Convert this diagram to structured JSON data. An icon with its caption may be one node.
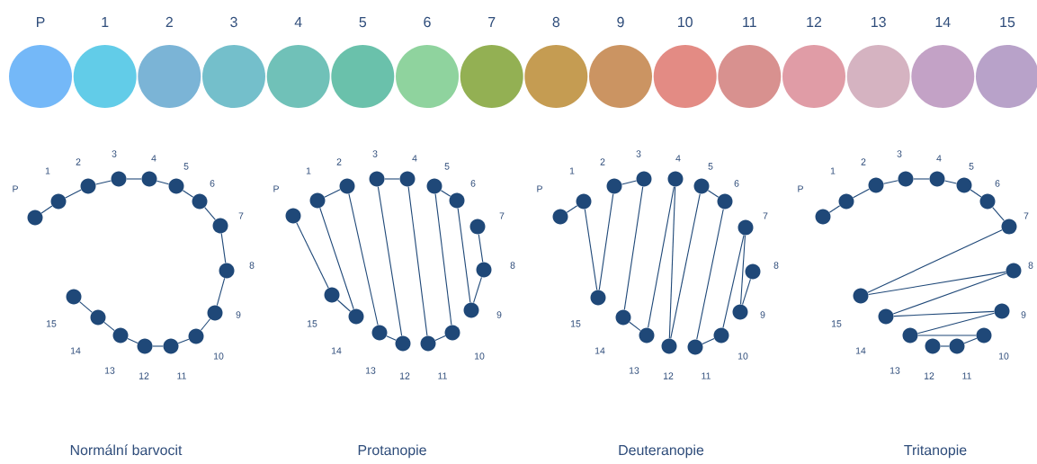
{
  "diagram": {
    "nodes": [
      {
        "text": [
          "P"
        ]
      },
      {
        "text": [
          "1"
        ]
      },
      {
        "text": [
          "2"
        ]
      },
      {
        "text": [
          "3"
        ]
      },
      {
        "text": [
          "4"
        ]
      },
      {
        "text": [
          "5"
        ]
      },
      {
        "text": [
          "6"
        ]
      },
      {
        "text": [
          "7"
        ]
      },
      {
        "text": [
          "8"
        ]
      },
      {
        "text": [
          "9"
        ]
      },
      {
        "text": [
          "10"
        ]
      },
      {
        "text": [
          "11"
        ]
      },
      {
        "text": [
          "12"
        ]
      },
      {
        "text": [
          "13"
        ]
      },
      {
        "text": [
          "14"
        ]
      },
      {
        "text": [
          "15"
        ]
      },
      {
        "text": [
          "P"
        ]
      },
      {
        "text": [
          "1"
        ]
      },
      {
        "text": [
          "2"
        ]
      },
      {
        "text": [
          "3"
        ]
      },
      {
        "text": [
          "4"
        ]
      },
      {
        "text": [
          "5"
        ]
      },
      {
        "text": [
          "6"
        ]
      },
      {
        "text": [
          "7"
        ]
      },
      {
        "text": [
          "8"
        ]
      },
      {
        "text": [
          "9"
        ]
      },
      {
        "text": [
          "10"
        ]
      },
      {
        "text": [
          "11"
        ]
      },
      {
        "text": [
          "12"
        ]
      },
      {
        "text": [
          "13"
        ]
      },
      {
        "text": [
          "14"
        ]
      },
      {
        "text": [
          "15"
        ]
      },
      {
        "text": [
          "P"
        ]
      },
      {
        "text": [
          "1"
        ]
      },
      {
        "text": [
          "2"
        ]
      },
      {
        "text": [
          "3"
        ]
      },
      {
        "text": [
          "4"
        ]
      },
      {
        "text": [
          "5"
        ]
      },
      {
        "text": [
          "6"
        ]
      },
      {
        "text": [
          "7"
        ]
      },
      {
        "text": [
          "8"
        ]
      },
      {
        "text": [
          "9"
        ]
      },
      {
        "text": [
          "10"
        ]
      },
      {
        "text": [
          "11"
        ]
      },
      {
        "text": [
          "12"
        ]
      },
      {
        "text": [
          "13"
        ]
      },
      {
        "text": [
          "14"
        ]
      },
      {
        "text": [
          "15"
        ]
      },
      {
        "text": [
          "P"
        ]
      },
      {
        "text": [
          "1"
        ]
      },
      {
        "text": [
          "2"
        ]
      },
      {
        "text": [
          "3"
        ]
      },
      {
        "text": [
          "4"
        ]
      },
      {
        "text": [
          "5"
        ]
      },
      {
        "text": [
          "6"
        ]
      },
      {
        "text": [
          "7"
        ]
      },
      {
        "text": [
          "8"
        ]
      },
      {
        "text": [
          "9"
        ]
      },
      {
        "text": [
          "10"
        ]
      },
      {
        "text": [
          "11"
        ]
      },
      {
        "text": [
          "12"
        ]
      },
      {
        "text": [
          "13"
        ]
      },
      {
        "text": [
          "14"
        ]
      },
      {
        "text": [
          "15"
        ]
      },
      {
        "text": [
          "P"
        ]
      },
      {
        "text": [
          "1"
        ]
      },
      {
        "text": [
          "2"
        ]
      },
      {
        "text": [
          "3"
        ]
      },
      {
        "text": [
          "4"
        ]
      },
      {
        "text": [
          "5"
        ]
      },
      {
        "text": [
          "6"
        ]
      },
      {
        "text": [
          "7"
        ]
      },
      {
        "text": [
          "8"
        ]
      },
      {
        "text": [
          "9"
        ]
      },
      {
        "text": [
          "10"
        ]
      },
      {
        "text": [
          "11"
        ]
      },
      {
        "text": [
          "12"
        ]
      },
      {
        "text": [
          "13"
        ]
      },
      {
        "text": [
          "14"
        ]
      },
      {
        "text": [
          "15"
        ]
      }
    ],
    "edges": [
      {
        "from": 16,
        "to": 17,
        "arrow": "none"
      },
      {
        "from": 17,
        "to": 18,
        "arrow": "none"
      },
      {
        "from": 18,
        "to": 19,
        "arrow": "none"
      },
      {
        "from": 19,
        "to": 20,
        "arrow": "none"
      },
      {
        "from": 20,
        "to": 21,
        "arrow": "none"
      },
      {
        "from": 21,
        "to": 22,
        "arrow": "none"
      },
      {
        "from": 22,
        "to": 23,
        "arrow": "none"
      },
      {
        "from": 23,
        "to": 24,
        "arrow": "none"
      },
      {
        "from": 24,
        "to": 25,
        "arrow": "none"
      },
      {
        "from": 25,
        "to": 26,
        "arrow": "none"
      },
      {
        "from": 26,
        "to": 27,
        "arrow": "none"
      },
      {
        "from": 27,
        "to": 28,
        "arrow": "none"
      },
      {
        "from": 28,
        "to": 29,
        "arrow": "none"
      },
      {
        "from": 29,
        "to": 30,
        "arrow": "none"
      },
      {
        "from": 30,
        "to": 31,
        "arrow": "none"
      },
      {
        "from": 32,
        "to": 47,
        "arrow": "none"
      },
      {
        "from": 47,
        "to": 46,
        "arrow": "none"
      },
      {
        "from": 46,
        "to": 33,
        "arrow": "none"
      },
      {
        "from": 33,
        "to": 34,
        "arrow": "none"
      },
      {
        "from": 34,
        "to": 45,
        "arrow": "none"
      },
      {
        "from": 45,
        "to": 44,
        "arrow": "none"
      },
      {
        "from": 44,
        "to": 35,
        "arrow": "none"
      },
      {
        "from": 35,
        "to": 36,
        "arrow": "none"
      },
      {
        "from": 36,
        "to": 43,
        "arrow": "none"
      },
      {
        "from": 43,
        "to": 42,
        "arrow": "none"
      },
      {
        "from": 42,
        "to": 37,
        "arrow": "none"
      },
      {
        "from": 37,
        "to": 38,
        "arrow": "none"
      },
      {
        "from": 38,
        "to": 41,
        "arrow": "none"
      },
      {
        "from": 41,
        "to": 40,
        "arrow": "none"
      },
      {
        "from": 40,
        "to": 39,
        "arrow": "none"
      },
      {
        "from": 48,
        "to": 49,
        "arrow": "none"
      },
      {
        "from": 49,
        "to": 63,
        "arrow": "none"
      },
      {
        "from": 63,
        "to": 50,
        "arrow": "none"
      },
      {
        "from": 50,
        "to": 51,
        "arrow": "none"
      },
      {
        "from": 51,
        "to": 62,
        "arrow": "none"
      },
      {
        "from": 62,
        "to": 61,
        "arrow": "none"
      },
      {
        "from": 61,
        "to": 52,
        "arrow": "none"
      },
      {
        "from": 52,
        "to": 60,
        "arrow": "none"
      },
      {
        "from": 60,
        "to": 53,
        "arrow": "none"
      },
      {
        "from": 53,
        "to": 54,
        "arrow": "none"
      },
      {
        "from": 54,
        "to": 59,
        "arrow": "none"
      },
      {
        "from": 59,
        "to": 58,
        "arrow": "none"
      },
      {
        "from": 58,
        "to": 55,
        "arrow": "none"
      },
      {
        "from": 55,
        "to": 57,
        "arrow": "none"
      },
      {
        "from": 57,
        "to": 56,
        "arrow": "none"
      },
      {
        "from": 64,
        "to": 65,
        "arrow": "none"
      },
      {
        "from": 65,
        "to": 66,
        "arrow": "none"
      },
      {
        "from": 66,
        "to": 67,
        "arrow": "none"
      },
      {
        "from": 67,
        "to": 68,
        "arrow": "none"
      },
      {
        "from": 68,
        "to": 69,
        "arrow": "none"
      },
      {
        "from": 69,
        "to": 70,
        "arrow": "none"
      },
      {
        "from": 70,
        "to": 71,
        "arrow": "none"
      },
      {
        "from": 71,
        "to": 79,
        "arrow": "none"
      },
      {
        "from": 79,
        "to": 72,
        "arrow": "none"
      },
      {
        "from": 72,
        "to": 78,
        "arrow": "none"
      },
      {
        "from": 78,
        "to": 73,
        "arrow": "none"
      },
      {
        "from": 73,
        "to": 77,
        "arrow": "none"
      },
      {
        "from": 77,
        "to": 74,
        "arrow": "none"
      },
      {
        "from": 74,
        "to": 75,
        "arrow": "none"
      },
      {
        "from": 75,
        "to": 76,
        "arrow": "none"
      }
    ],
    "labels": [
      "Normální barvocit",
      "Protanopie",
      "Deuteranopie",
      "Tritanopie"
    ]
  }
}
